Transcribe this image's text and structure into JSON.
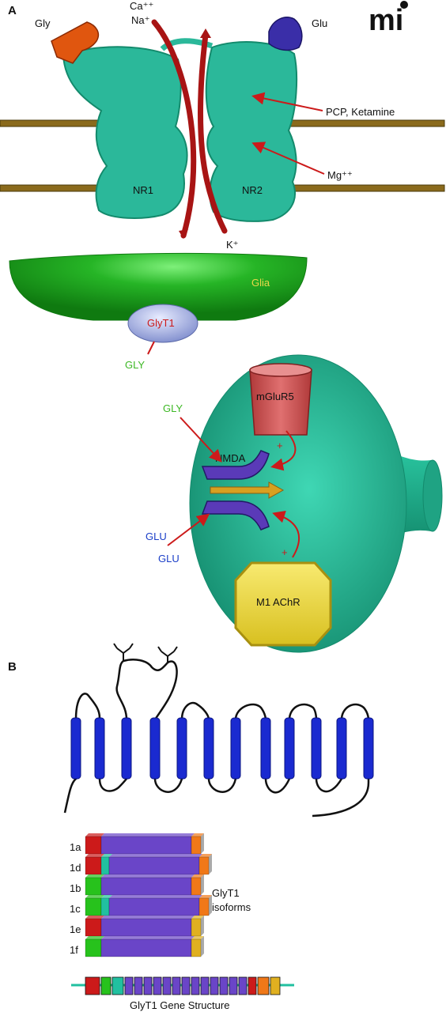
{
  "panel_a": {
    "panel_label": "A",
    "logo_text": "mi",
    "ions_top_1": "Ca⁺⁺",
    "ions_top_2": "Na⁺",
    "gly_label": "Gly",
    "glu_label": "Glu",
    "pcp_label": "PCP, Ketamine",
    "mg_label": "Mg⁺⁺",
    "nr1_label": "NR1",
    "nr2_label": "NR2",
    "k_label": "K⁺",
    "glia_label": "Glia",
    "glyt1_label": "GlyT1",
    "gly_below_glia": "GLY",
    "gly_neuron": "GLY",
    "mglur5_label": "mGluR5",
    "plus_1": "+",
    "plus_2": "+",
    "nmda_label": "NMDA",
    "glu_label_1": "GLU",
    "glu_label_2": "GLU",
    "m1_label": "M1 AChR"
  },
  "panel_b": {
    "panel_label": "B",
    "isoforms": [
      "1a",
      "1d",
      "1b",
      "1c",
      "1e",
      "1f"
    ],
    "isoforms_title_1": "GlyT1",
    "isoforms_title_2": "isoforms",
    "gene_caption": "GlyT1 Gene Structure"
  },
  "colors": {
    "receptor_teal": "#2bb89a",
    "membrane_bar": "#8a6a1c",
    "channel_red": "#a81414",
    "gly_ligand": "#e0560f",
    "glu_ligand": "#3a2ea8",
    "glia_green": "#26b526",
    "glyt1_blue": "#aab4e0",
    "neuron_teal": "#1fa383",
    "mglur5_red": "#d85a5a",
    "m1_yellow": "#f2dc3c",
    "nmda_purple": "#5a3ab8",
    "arrow_red": "#cc1a1a",
    "text_green": "#3cb824",
    "text_blue": "#1a3ec8",
    "text_yellow": "#e8d84a",
    "tm_helix_blue": "#1a2ad0",
    "exon_red": "#cc1a1a",
    "exon_green": "#27c21c",
    "exon_teal": "#21c0a0",
    "exon_purple": "#6a45c8",
    "exon_orange": "#f07818",
    "exon_gold": "#e0b020"
  }
}
